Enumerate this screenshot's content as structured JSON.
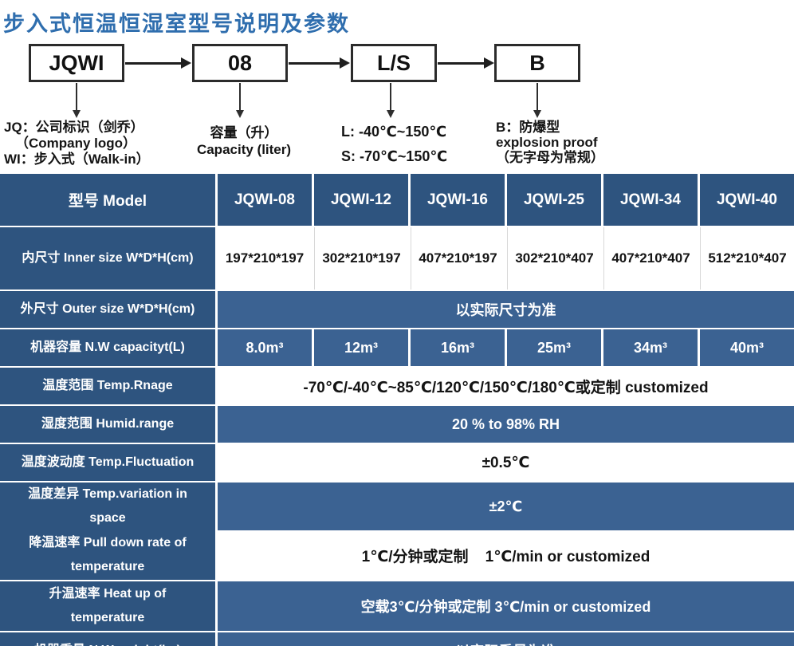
{
  "title": "步入式恒温恒湿室型号说明及参数",
  "colors": {
    "title_blue": "#2F6EAE",
    "header_blue": "#2E547F",
    "content_blue": "#3B6292",
    "line_dark": "#1f1f1f"
  },
  "diagram": {
    "boxes": [
      "JQWI",
      "08",
      "L/S",
      "B"
    ],
    "notes": [
      {
        "lines": [
          "JQ：公司标识（剑乔）",
          "（Company logo）",
          "WI：步入式（Walk-in）"
        ]
      },
      {
        "lines": [
          "容量（升）",
          "Capacity (liter)"
        ]
      },
      {
        "lines": [
          "L: -40℃~150℃",
          "S: -70℃~150℃"
        ]
      },
      {
        "lines": [
          "B：防爆型",
          "explosion proof",
          "（无字母为常规）"
        ]
      }
    ]
  },
  "table": {
    "header": {
      "label": "型号 Model",
      "models": [
        "JQWI-08",
        "JQWI-12",
        "JQWI-16",
        "JQWI-25",
        "JQWI-34",
        "JQWI-40"
      ]
    },
    "rows": [
      {
        "label": "内尺寸 Inner size W*D*H(cm)",
        "cells": [
          "197*210*197",
          "302*210*197",
          "407*210*197",
          "302*210*407",
          "407*210*407",
          "512*210*407"
        ]
      },
      {
        "label": "外尺寸 Outer size W*D*H(cm)",
        "value": "以实际尺寸为准"
      },
      {
        "label": "机器容量 N.W capacityt(L)",
        "cells": [
          "8.0m³",
          "12m³",
          "16m³",
          "25m³",
          "34m³",
          "40m³"
        ]
      },
      {
        "label": "温度范围 Temp.Rnage",
        "value": "-70℃/-40℃~85℃/120℃/150℃/180℃或定制 customized"
      },
      {
        "label": "湿度范围 Humid.range",
        "value": "20 % to 98% RH"
      },
      {
        "label": "温度波动度 Temp.Fluctuation",
        "value": "±0.5℃"
      },
      {
        "label": "温度差异 Temp.variation in space",
        "value": "±2℃"
      },
      {
        "label": "降温速率 Pull down rate of temperature",
        "value": "1℃/分钟或定制    1℃/min or customized"
      },
      {
        "label": "升温速率 Heat up of temperature",
        "value": "空载3℃/分钟或定制 3℃/min or customized"
      },
      {
        "label": "机器重量 N.W weight(kg)",
        "value": "以实际重量为准"
      }
    ]
  }
}
